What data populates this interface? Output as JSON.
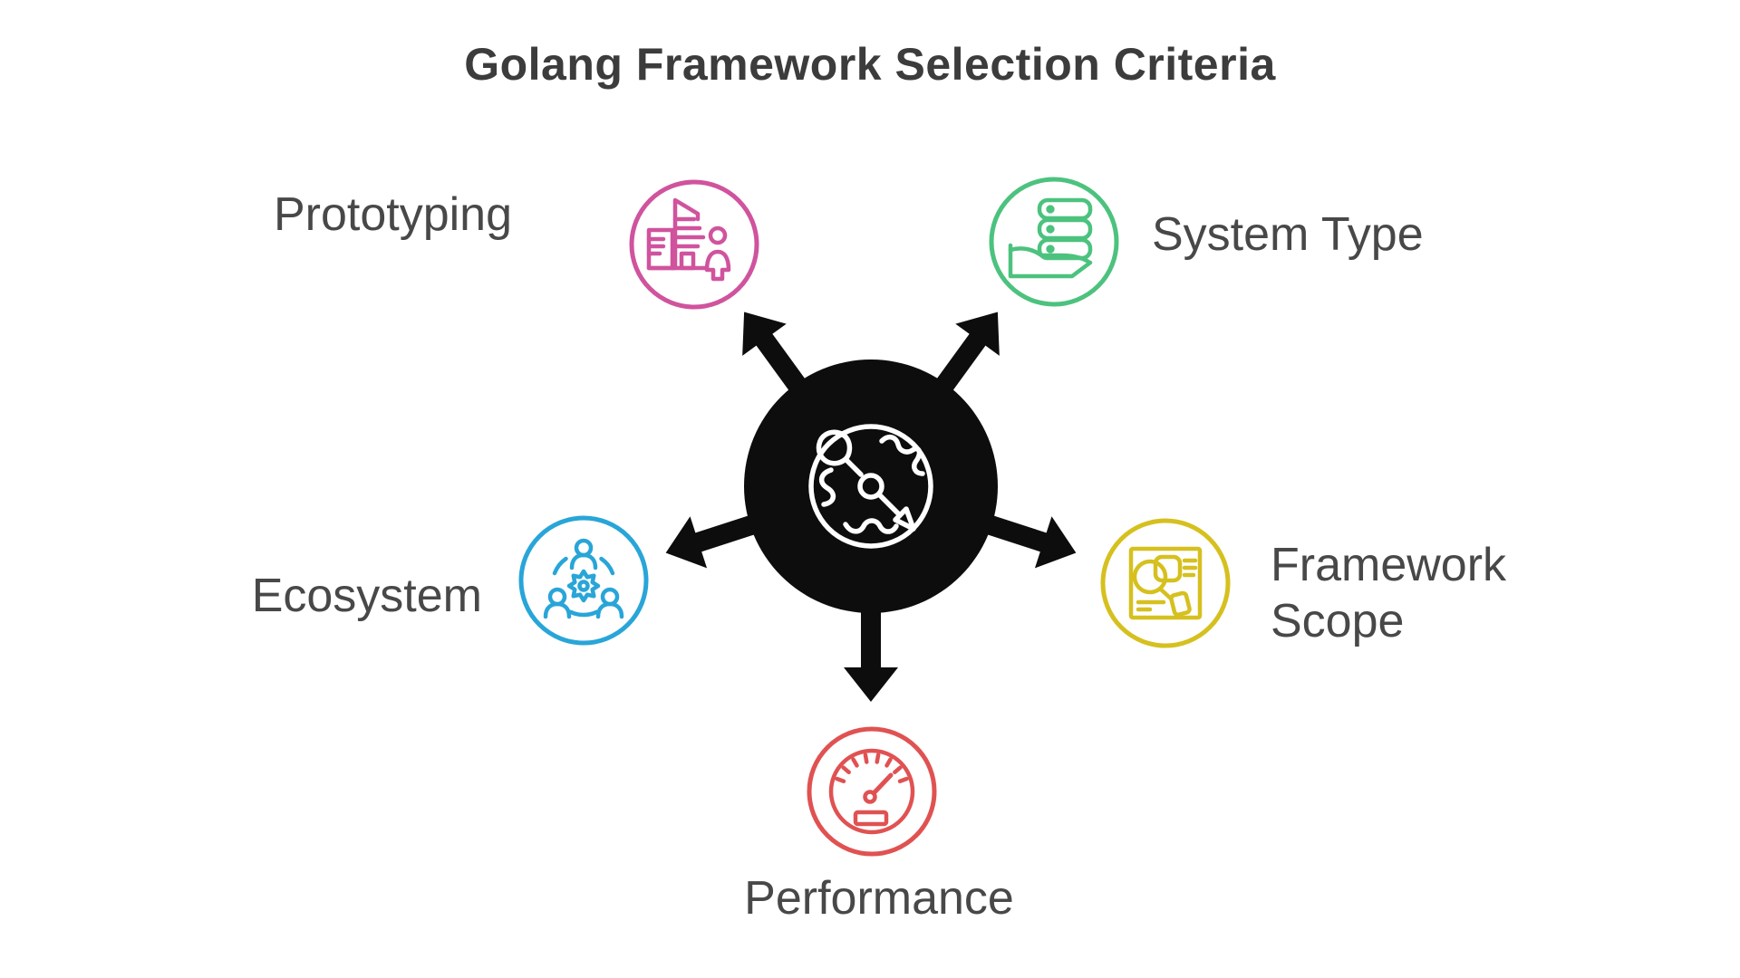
{
  "title": "Golang Framework Selection Criteria",
  "background": "#ffffff",
  "text_color": "#484848",
  "hub": {
    "icon": "route-strategy-icon",
    "color": "#0d0d0d",
    "arrow_directions": [
      "up-left",
      "up-right",
      "right-down",
      "down",
      "left-down"
    ]
  },
  "criteria": [
    {
      "label": "Prototyping",
      "color": "#d0539e",
      "icon": "construction-building-person-icon",
      "position": "top-left"
    },
    {
      "label": "System Type",
      "color": "#4cc27e",
      "icon": "server-stack-in-hand-icon",
      "position": "top-right"
    },
    {
      "label": "Ecosystem",
      "color": "#29a5d8",
      "icon": "people-around-gear-icon",
      "position": "middle-left"
    },
    {
      "label": "Framework Scope",
      "color": "#d6c01f",
      "icon": "blueprint-wireframe-icon",
      "position": "middle-right"
    },
    {
      "label": "Performance",
      "color": "#e05252",
      "icon": "speedometer-icon",
      "position": "bottom"
    }
  ]
}
